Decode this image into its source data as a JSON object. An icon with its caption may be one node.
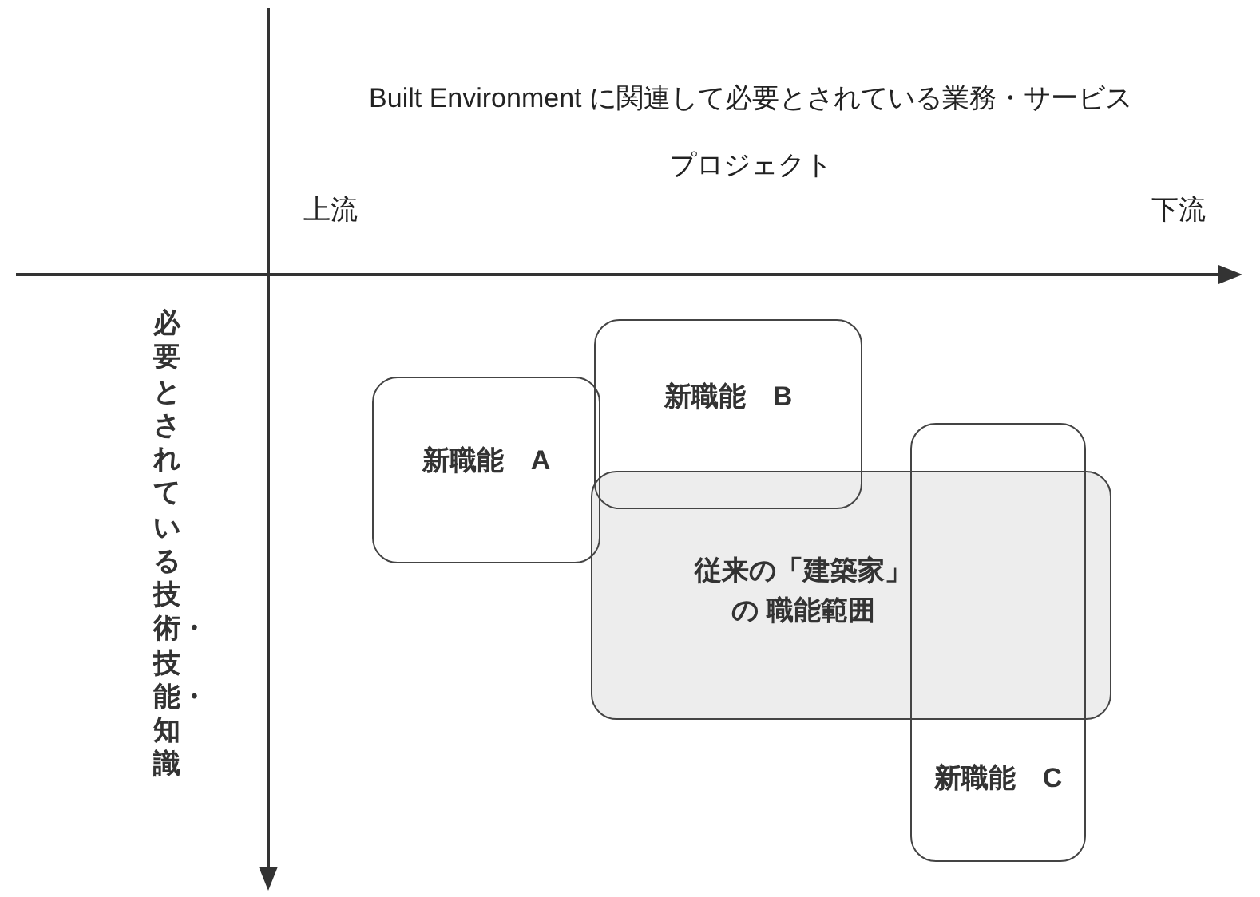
{
  "diagram": {
    "nodes": [
      {
        "text": [
          "新職能　A"
        ]
      },
      {
        "text": [
          "新職能　B"
        ]
      },
      {
        "text": [
          "従来の「建築家」の 職能範囲"
        ]
      },
      {
        "text": [
          "新職能　C"
        ]
      }
    ],
    "labels": [
      "Built Environment に関連して必要とされている業務・サービス",
      "プロジェクト",
      "上流",
      "下流",
      "必要とされている技術・技能・知識"
    ]
  }
}
